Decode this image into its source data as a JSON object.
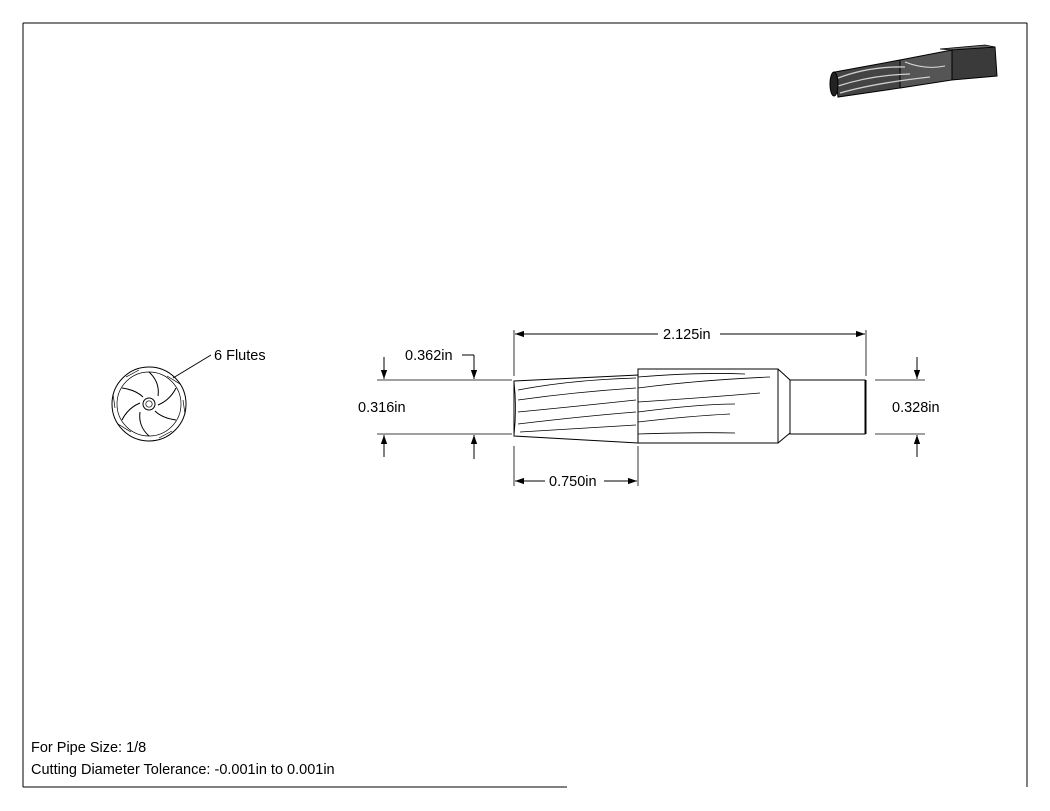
{
  "view_labels": {
    "flutes": "6 Flutes"
  },
  "dimensions": {
    "overall_length": "2.125in",
    "cutting_length": "0.750in",
    "large_diameter": "0.362in",
    "small_diameter": "0.316in",
    "shank_square": "0.328in"
  },
  "notes": {
    "pipe_size": "For Pipe Size: 1/8",
    "tolerance": "Cutting Diameter Tolerance: -0.001in to 0.001in"
  },
  "colors": {
    "line": "#000000",
    "iso_dark": "#2b2b2b",
    "iso_mid": "#5a5a5a",
    "iso_light": "#8a8a8a"
  }
}
